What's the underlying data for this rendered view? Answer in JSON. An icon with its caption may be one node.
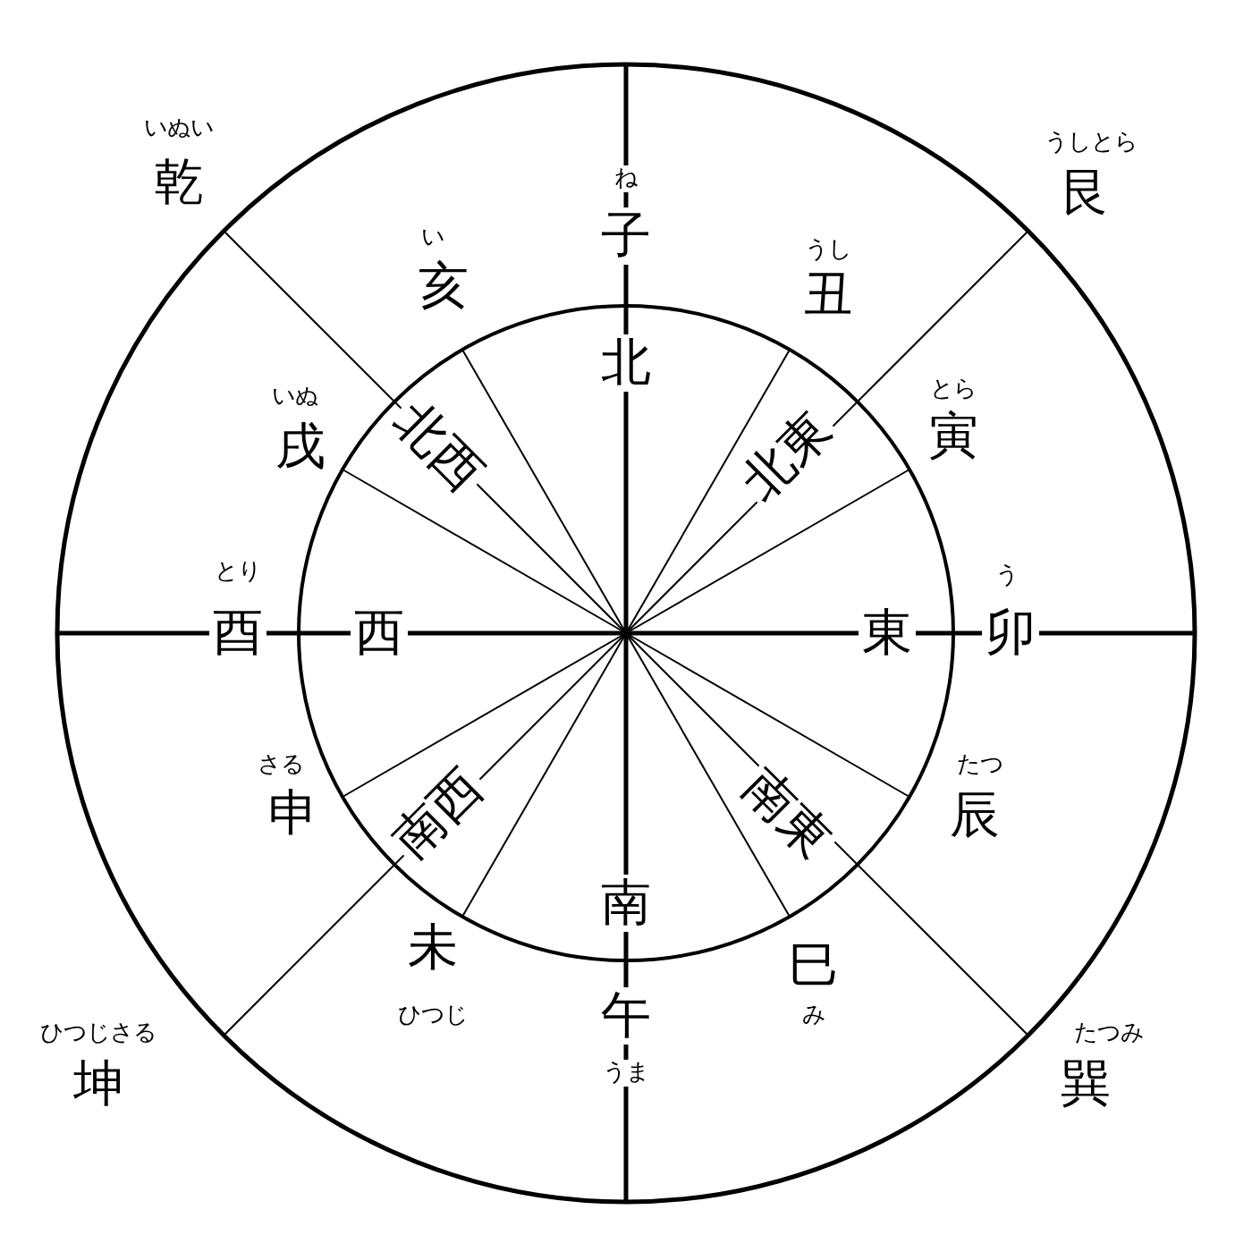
{
  "diagram": {
    "labels": [
      "いぬい",
      "乾",
      "ね",
      "子",
      "うしとら",
      "艮",
      "い",
      "亥",
      "うし",
      "丑",
      "北",
      "いぬ",
      "戌",
      "とら",
      "寅",
      "北西",
      "北東",
      "とり",
      "酉",
      "西",
      "東",
      "う",
      "卯",
      "さる",
      "申",
      "たつ",
      "辰",
      "南西",
      "南東",
      "南",
      "未",
      "巳",
      "午",
      "ひつじ",
      "み",
      "うま",
      "ひつじさる",
      "たつみ",
      "坤",
      "巽"
    ]
  }
}
